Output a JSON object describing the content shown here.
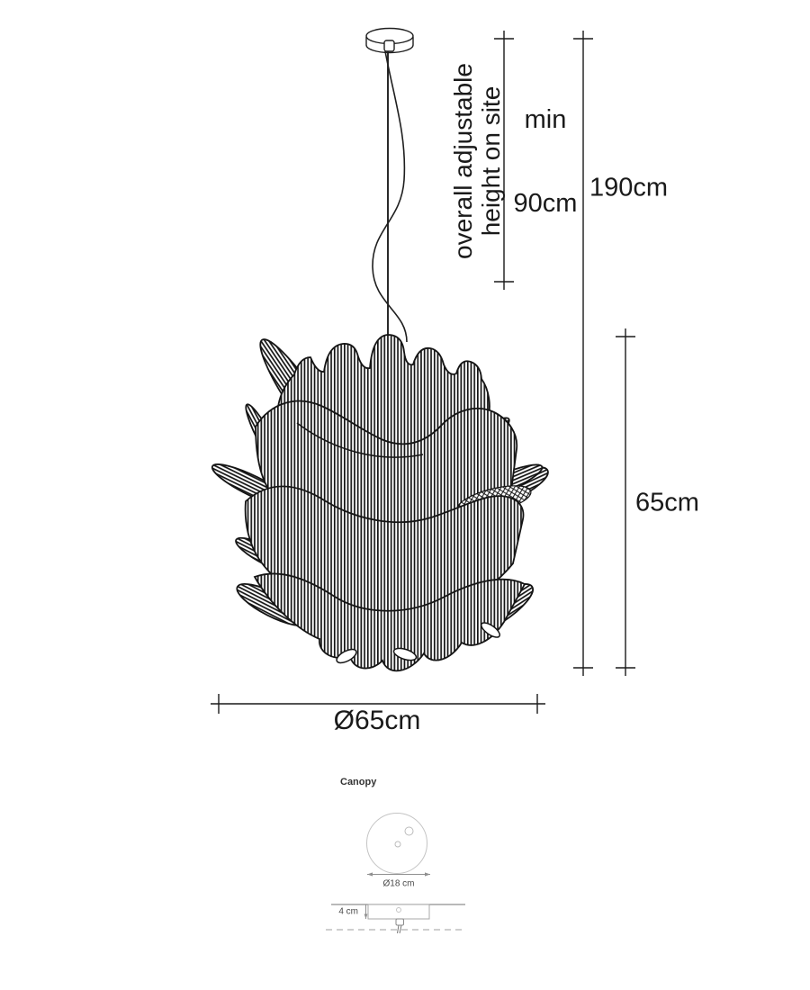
{
  "labels": {
    "adjustable_line1": "overall adjustable",
    "adjustable_line2": "height on site",
    "min_line1": "min",
    "min_line2": "90cm",
    "total_height": "190cm",
    "shade_height": "65cm",
    "shade_diameter": "Ø65cm",
    "canopy_title": "Canopy",
    "canopy_diameter": "Ø18 cm",
    "canopy_depth": "4 cm"
  },
  "colors": {
    "ink": "#1a1a1a",
    "drawing": "#151515",
    "gray": "#8f8f8f",
    "light_gray": "#c4c4c4"
  }
}
